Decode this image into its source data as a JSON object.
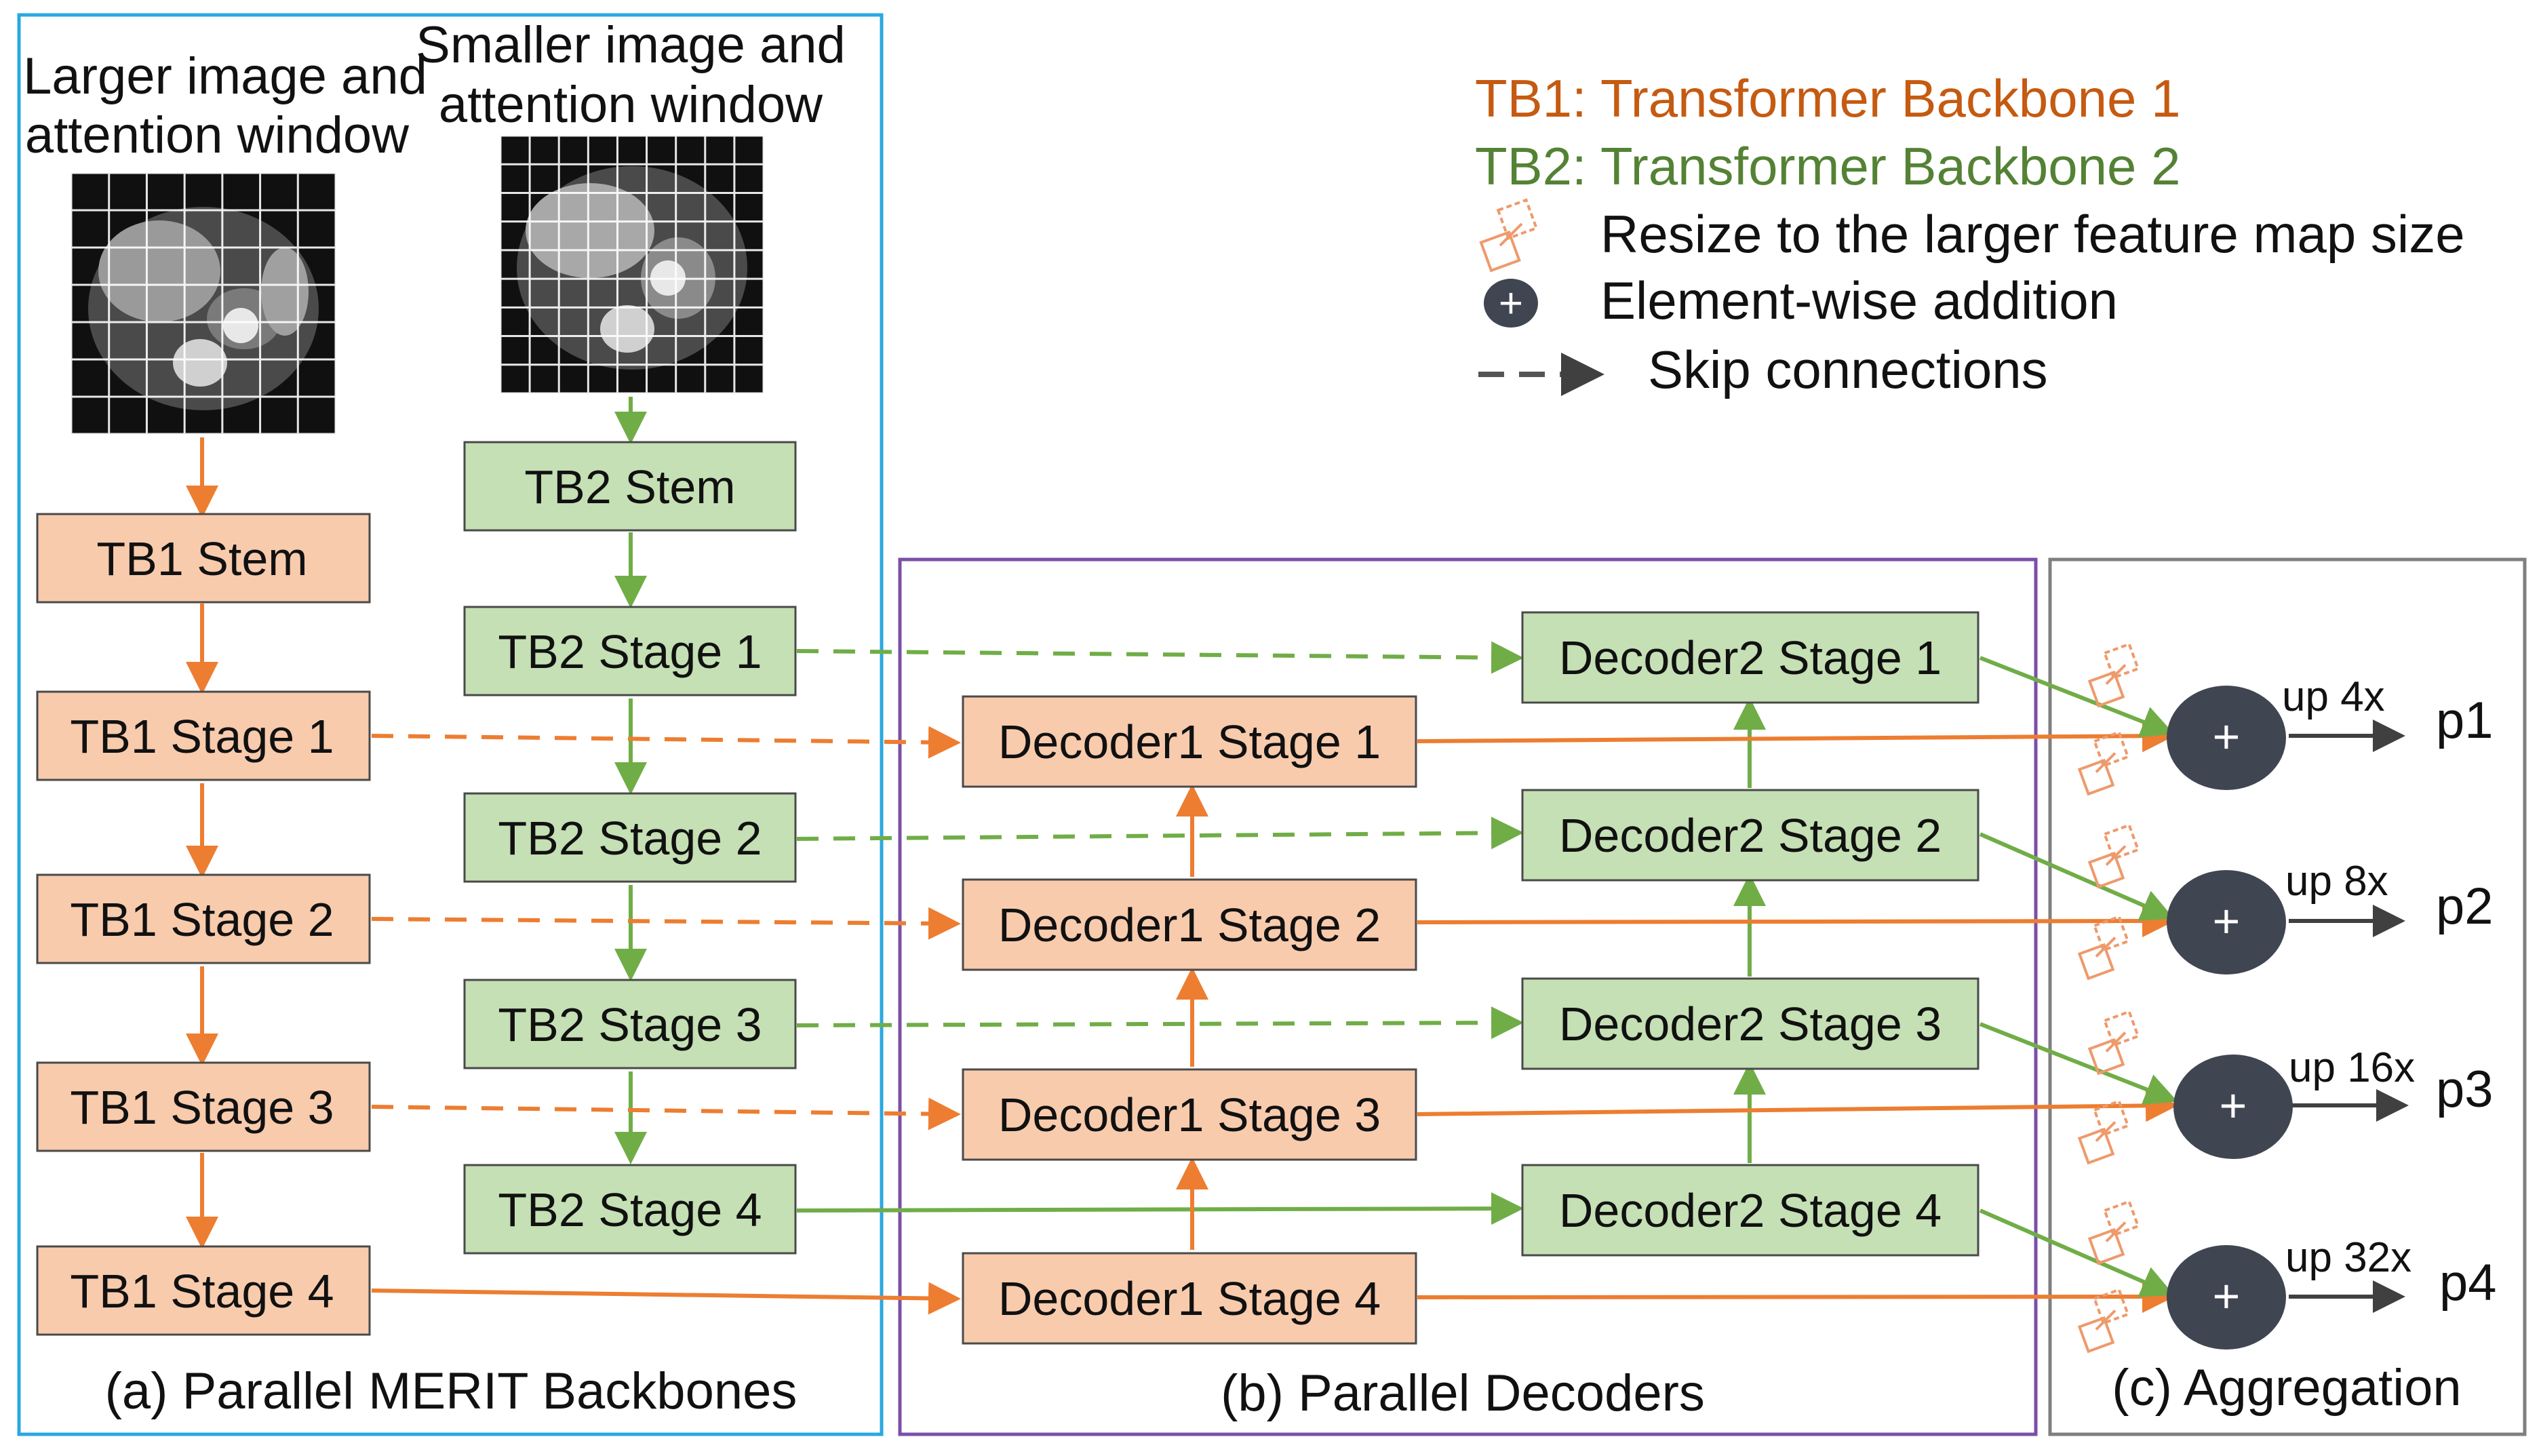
{
  "colors": {
    "tb1": "#f8cbad",
    "tb2": "#c5e0b4",
    "tb1_stroke": "#ed7d31",
    "tb2_stroke": "#70ad47",
    "panel_a": "#29a8e0",
    "panel_b": "#7b4fa8",
    "panel_c": "#7f7f7f",
    "legend_tb1": "#c55a11",
    "legend_tb2": "#548235",
    "circle": "#404552"
  },
  "image_labels": {
    "larger": [
      "Larger image and",
      "attention window"
    ],
    "smaller": [
      "Smaller image and",
      "attention window"
    ]
  },
  "tb1": {
    "stem": "TB1 Stem",
    "stages": [
      "TB1 Stage 1",
      "TB1 Stage 2",
      "TB1 Stage 3",
      "TB1 Stage 4"
    ]
  },
  "tb2": {
    "stem": "TB2 Stem",
    "stages": [
      "TB2 Stage 1",
      "TB2 Stage 2",
      "TB2 Stage 3",
      "TB2 Stage 4"
    ]
  },
  "decoder1": [
    "Decoder1 Stage 1",
    "Decoder1 Stage 2",
    "Decoder1 Stage 3",
    "Decoder1 Stage 4"
  ],
  "decoder2": [
    "Decoder2 Stage 1",
    "Decoder2 Stage 2",
    "Decoder2 Stage 3",
    "Decoder2 Stage 4"
  ],
  "aggregation": {
    "plus": "+",
    "ups": [
      "up 4x",
      "up 8x",
      "up 16x",
      "up 32x"
    ],
    "outputs": [
      "p1",
      "p2",
      "p3",
      "p4"
    ]
  },
  "captions": {
    "a": "(a) Parallel MERIT Backbones",
    "b": "(b) Parallel Decoders",
    "c": "(c) Aggregation"
  },
  "legend": {
    "tb1": "TB1: Transformer Backbone 1",
    "tb2": "TB2: Transformer Backbone 2",
    "resize": "Resize to the larger feature map size",
    "add": "Element-wise addition",
    "add_symbol": "+",
    "skip": "Skip connections"
  }
}
